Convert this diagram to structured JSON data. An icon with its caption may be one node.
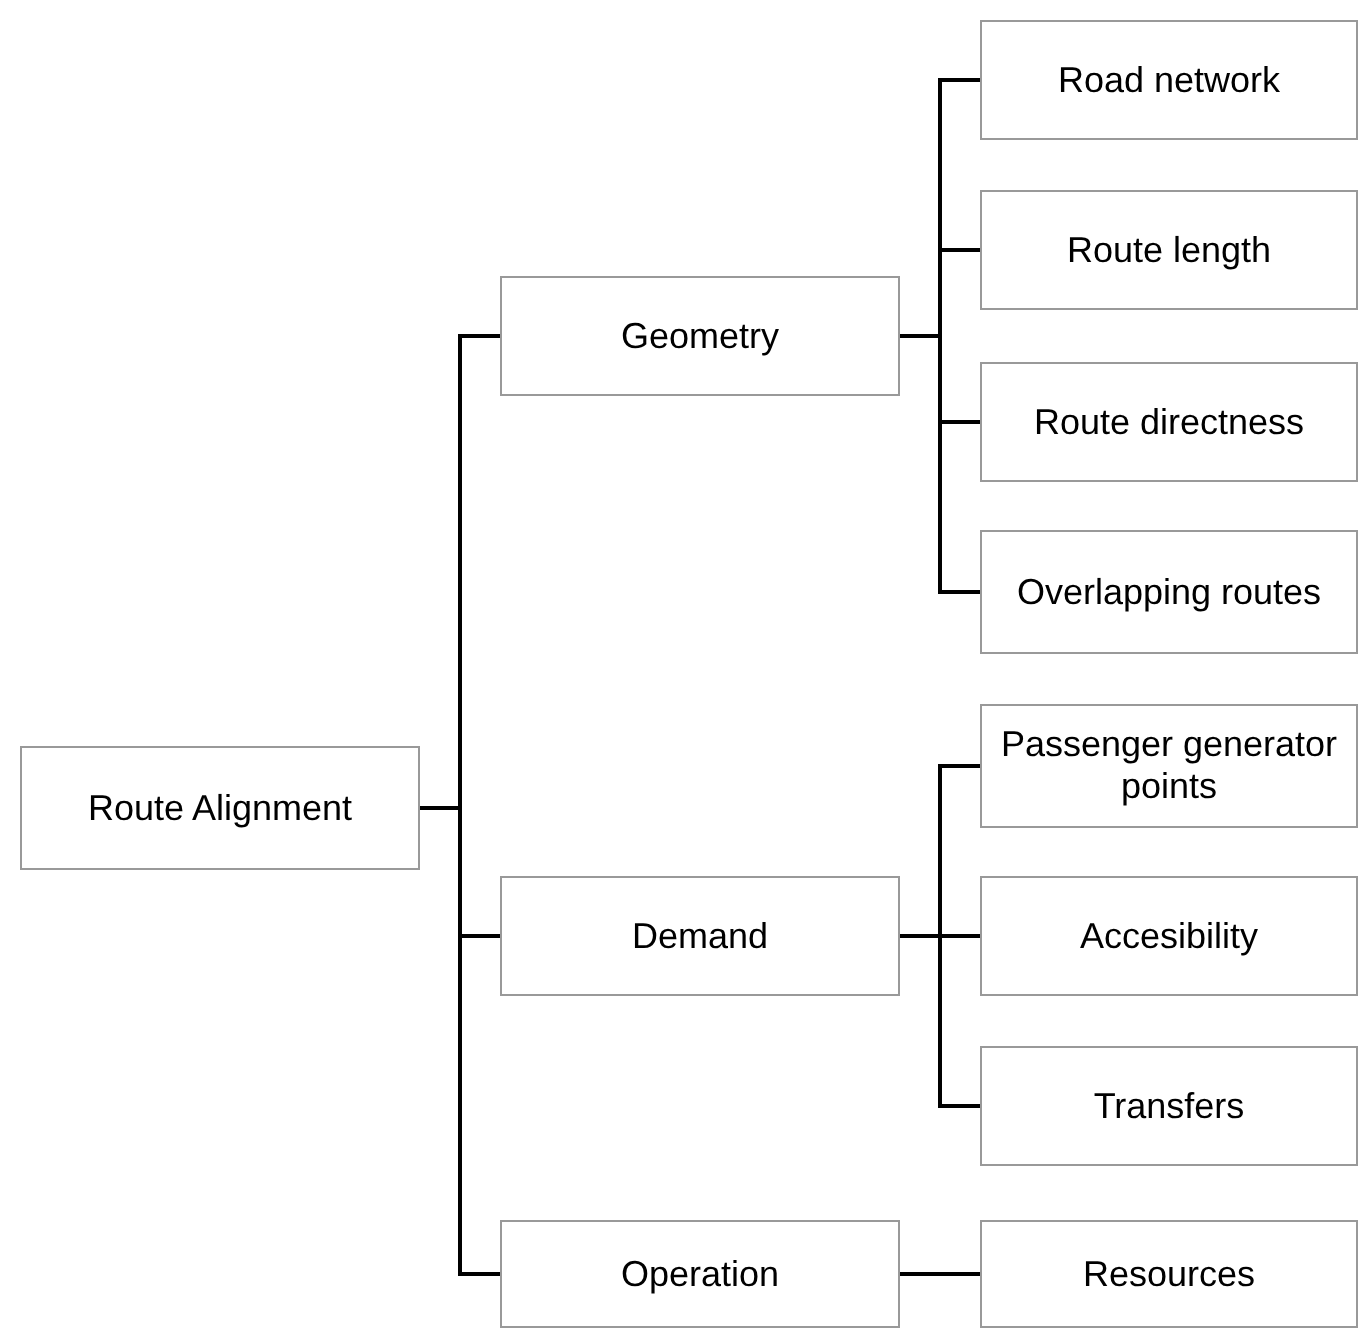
{
  "diagram": {
    "nodes": [
      {
        "text": [
          "Route Alignment"
        ]
      },
      {
        "text": [
          "Geometry"
        ]
      },
      {
        "text": [
          "Demand"
        ]
      },
      {
        "text": [
          "Operation"
        ]
      },
      {
        "text": [
          "Road network"
        ]
      },
      {
        "text": [
          "Route length"
        ]
      },
      {
        "text": [
          "Route directness"
        ]
      },
      {
        "text": [
          "Overlapping routes"
        ]
      },
      {
        "text": [
          "Passenger generator points"
        ]
      },
      {
        "text": [
          "Accesibility"
        ]
      },
      {
        "text": [
          "Transfers"
        ]
      },
      {
        "text": [
          "Resources"
        ]
      }
    ],
    "edges": [
      {
        "from": 0,
        "to": 1,
        "arrow": "none"
      },
      {
        "from": 0,
        "to": 2,
        "arrow": "none"
      },
      {
        "from": 0,
        "to": 3,
        "arrow": "none"
      },
      {
        "from": 1,
        "to": 4,
        "arrow": "none"
      },
      {
        "from": 1,
        "to": 5,
        "arrow": "none"
      },
      {
        "from": 1,
        "to": 6,
        "arrow": "none"
      },
      {
        "from": 1,
        "to": 7,
        "arrow": "none"
      },
      {
        "from": 2,
        "to": 8,
        "arrow": "none"
      },
      {
        "from": 2,
        "to": 9,
        "arrow": "none"
      },
      {
        "from": 2,
        "to": 10,
        "arrow": "none"
      },
      {
        "from": 3,
        "to": 11,
        "arrow": "none"
      }
    ]
  }
}
